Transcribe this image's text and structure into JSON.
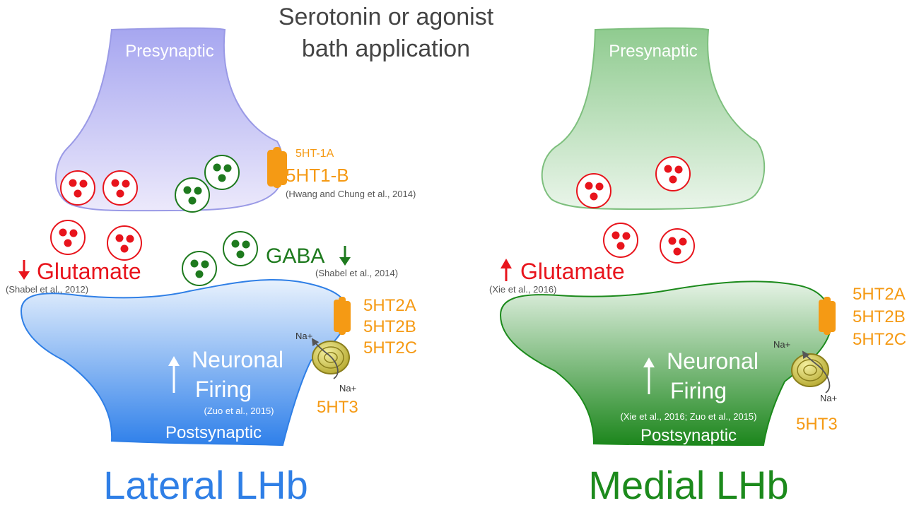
{
  "title": {
    "line1": "Serotonin or agonist",
    "line2": "bath application"
  },
  "colors": {
    "lateral_blue": "#2f7fe6",
    "medial_green": "#1c8a1c",
    "glutamate_red": "#e8141c",
    "gaba_green": "#1e7a1e",
    "receptor_orange": "#f59a14",
    "citation_gray": "#555555"
  },
  "lateral": {
    "presynaptic_label": "Presynaptic",
    "receptor_5ht1a": "5HT-1A",
    "receptor_5ht1b": "5HT1-B",
    "citation_1b": "(Hwang and Chung et al., 2014)",
    "glutamate_label": "Glutamate",
    "glutamate_arrow": "down",
    "glutamate_citation": "(Shabel et al., 2012)",
    "gaba_label": "GABA",
    "gaba_arrow": "down",
    "gaba_citation": "(Shabel et al., 2014)",
    "receptors_2": [
      "5HT2A",
      "5HT2B",
      "5HT2C"
    ],
    "na_in": "Na+",
    "na_out": "Na+",
    "receptor_5ht3": "5HT3",
    "firing_line1": "Neuronal",
    "firing_line2": "Firing",
    "firing_arrow": "up",
    "firing_citation": "(Zuo et al., 2015)",
    "postsynaptic_label": "Postsynaptic",
    "region_label": "Lateral LHb"
  },
  "medial": {
    "presynaptic_label": "Presynaptic",
    "glutamate_label": "Glutamate",
    "glutamate_arrow": "up",
    "glutamate_citation": "(Xie et al., 2016)",
    "receptors_2": [
      "5HT2A",
      "5HT2B",
      "5HT2C"
    ],
    "na_in": "Na+",
    "na_out": "Na+",
    "receptor_5ht3": "5HT3",
    "firing_line1": "Neuronal",
    "firing_line2": "Firing",
    "firing_arrow": "up",
    "firing_citation": "(Xie et al., 2016; Zuo et al., 2015)",
    "postsynaptic_label": "Postsynaptic",
    "region_label": "Medial LHb"
  }
}
